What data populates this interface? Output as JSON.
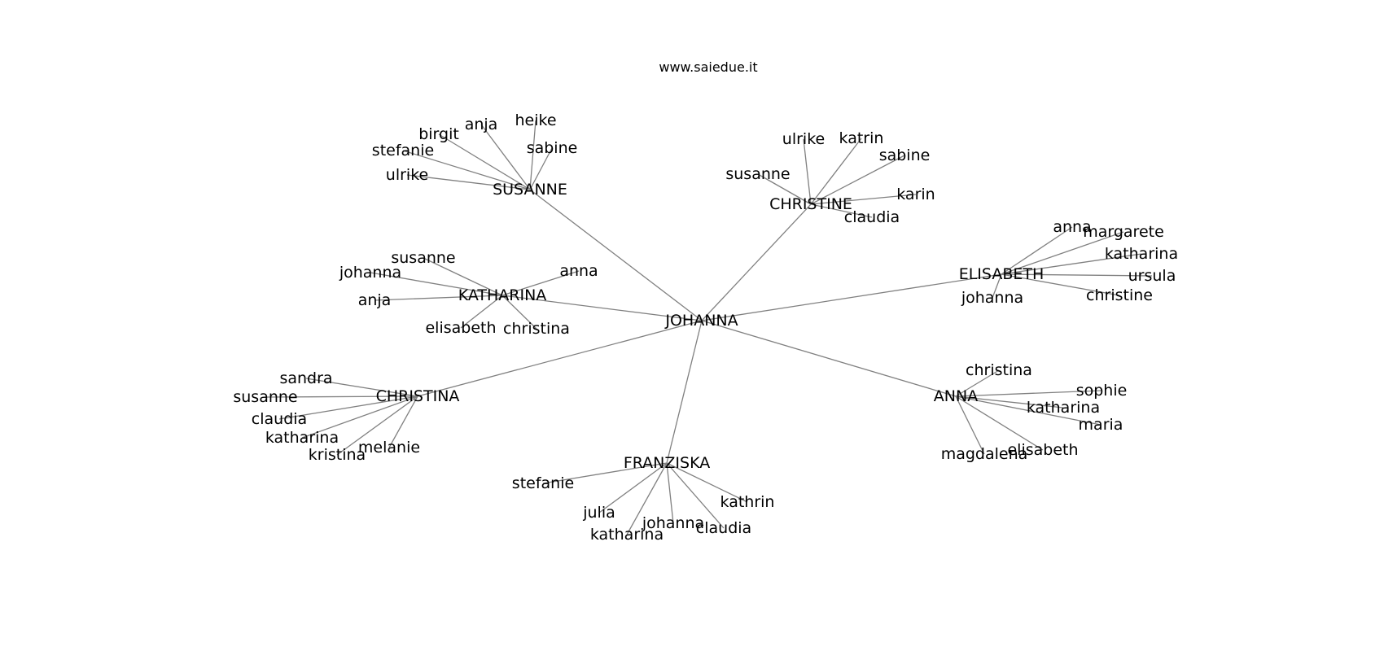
{
  "title": "www.saiedue.it",
  "center": "JOHANNA",
  "clusters": [
    {
      "hub": "SUSANNE",
      "leaves": [
        "heike",
        "anja",
        "birgit",
        "stefanie",
        "ulrike",
        "sabine"
      ]
    },
    {
      "hub": "CHRISTINE",
      "leaves": [
        "ulrike",
        "katrin",
        "sabine",
        "susanne",
        "karin",
        "claudia"
      ]
    },
    {
      "hub": "KATHARINA",
      "leaves": [
        "susanne",
        "johanna",
        "anja",
        "elisabeth",
        "christina",
        "anna"
      ]
    },
    {
      "hub": "ELISABETH",
      "leaves": [
        "anna",
        "margarete",
        "katharina",
        "ursula",
        "christine",
        "johanna"
      ]
    },
    {
      "hub": "CHRISTINA",
      "leaves": [
        "sandra",
        "susanne",
        "claudia",
        "katharina",
        "kristina",
        "melanie"
      ]
    },
    {
      "hub": "ANNA",
      "leaves": [
        "christina",
        "sophie",
        "katharina",
        "maria",
        "elisabeth",
        "magdalena"
      ]
    },
    {
      "hub": "FRANZISKA",
      "leaves": [
        "stefanie",
        "julia",
        "katharina",
        "johanna",
        "claudia",
        "kathrin"
      ]
    }
  ]
}
